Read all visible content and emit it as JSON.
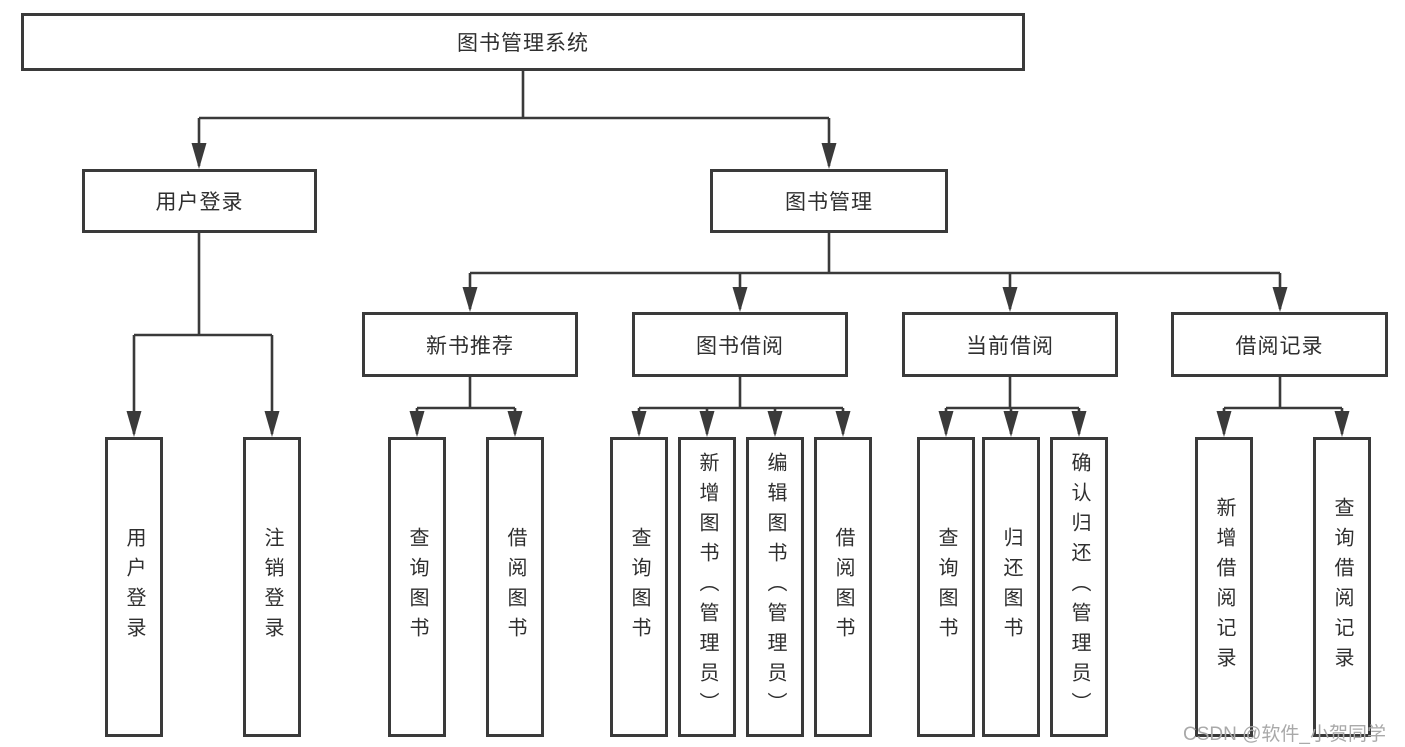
{
  "diagram": {
    "tree": {
      "label": "图书管理系统",
      "children": [
        {
          "label": "用户登录",
          "children": [
            {
              "label": "用户登录"
            },
            {
              "label": "注销登录"
            }
          ]
        },
        {
          "label": "图书管理",
          "children": [
            {
              "label": "新书推荐",
              "children": [
                {
                  "label": "查询图书"
                },
                {
                  "label": "借阅图书"
                }
              ]
            },
            {
              "label": "图书借阅",
              "children": [
                {
                  "label": "查询图书"
                },
                {
                  "label": "新增图书（管理员）"
                },
                {
                  "label": "编辑图书（管理员）"
                },
                {
                  "label": "借阅图书"
                }
              ]
            },
            {
              "label": "当前借阅",
              "children": [
                {
                  "label": "查询图书"
                },
                {
                  "label": "归还图书"
                },
                {
                  "label": "确认归还（管理员）"
                }
              ]
            },
            {
              "label": "借阅记录",
              "children": [
                {
                  "label": "新增借阅记录"
                },
                {
                  "label": "查询借阅记录"
                }
              ]
            }
          ]
        }
      ]
    },
    "watermark": "CSDN @软件_小贺同学",
    "colors": {
      "line": "#3a3a3a",
      "box_border": "#3a3a3a",
      "box_fill": "#ffffff",
      "text": "#2f2f2f",
      "watermark": "#a9a9a9",
      "background": "#ffffff"
    }
  }
}
